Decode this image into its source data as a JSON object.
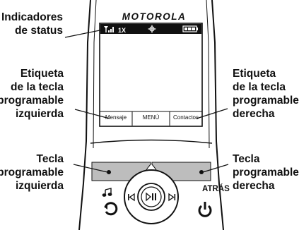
{
  "brand": "MOTOROLA",
  "status_bar": {
    "network_label": "1X",
    "icons": [
      "signal-strength-icon",
      "gps-icon",
      "battery-icon"
    ]
  },
  "softkeys": {
    "left": "Mensaje",
    "center": "MENÚ",
    "right": "Contactos"
  },
  "keypad": {
    "back_label": "ATRÁS",
    "icons": [
      "music-note-icon",
      "previous-track-icon",
      "play-pause-icon",
      "next-track-icon",
      "send-call-icon",
      "end-call-power-icon"
    ]
  },
  "callouts": {
    "status": [
      "Indicadores",
      "de status"
    ],
    "left_label": [
      "Etiqueta",
      "de la tecla",
      "programable",
      "izquierda"
    ],
    "right_label": [
      "Etiqueta",
      "de la tecla",
      "programable",
      "derecha"
    ],
    "left_key": [
      "Tecla",
      "programable",
      "izquierda"
    ],
    "right_key": [
      "Tecla",
      "programable",
      "derecha"
    ]
  },
  "colors": {
    "key_gray": "#bdbdbd",
    "status_bar": "#111111",
    "outline": "#111111"
  }
}
